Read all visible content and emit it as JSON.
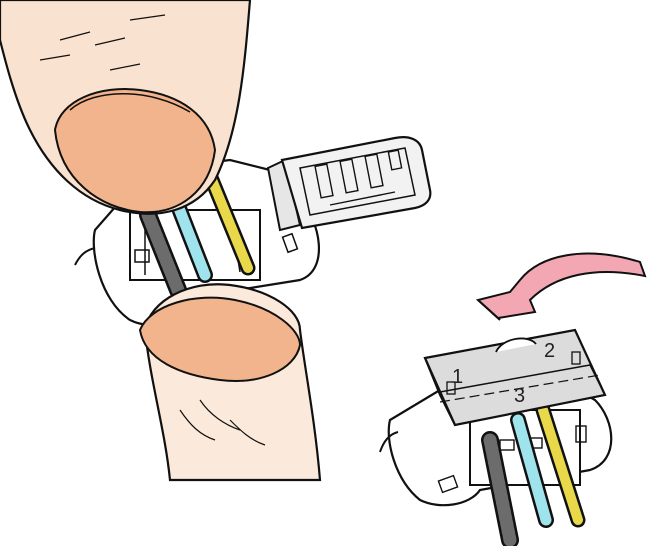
{
  "labels": {
    "one": "1",
    "two": "2",
    "three": "3"
  },
  "colors": {
    "skin": "#f7d9bf",
    "nail": "#f2b48c",
    "blue_wire": "#9fe3ec",
    "yellow_wire": "#e8d84a",
    "arrow": "#f3a7b3",
    "housing": "#ffffff",
    "lid": "#d9d9d9",
    "outline": "#111111"
  },
  "icons": [
    "thumb-top",
    "thumb-bottom",
    "connector-left",
    "connector-right",
    "curved-arrow"
  ]
}
